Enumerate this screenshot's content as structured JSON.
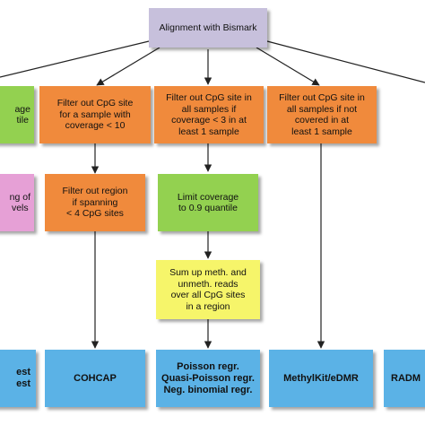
{
  "colors": {
    "purple": "#c7c0dc",
    "orange": "#f08a3c",
    "green": "#93d150",
    "pink": "#e6a0d6",
    "yellow": "#f6f56a",
    "blue": "#5bb2e6",
    "arrow": "#222222"
  },
  "nodes": {
    "root": "Alignment with Bismark",
    "left_partial_1": "age\ntile",
    "filter_coverage_10": "Filter out CpG site\nfor a sample with\ncoverage < 10",
    "filter_coverage_3": "Filter out CpG site in\nall samples if\ncoverage < 3 in at\nleast 1 sample",
    "filter_not_covered": "Filter out CpG site in\nall samples if not\ncovered in at\nleast 1 sample",
    "left_partial_2": "ng of\nvels",
    "filter_region": "Filter out region\nif spanning\n< 4 CpG sites",
    "limit_coverage": "Limit coverage\nto 0.9 quantile",
    "sum_up": "Sum up meth. and\nunmeth. reads\nover all CpG sites\nin a region",
    "method_partial_left": "est\nest",
    "method_cohcap": "COHCAP",
    "method_poisson": "Poisson regr.\nQuasi-Poisson regr.\nNeg. binomial regr.",
    "method_methylkit": "MethylKit/eDMR",
    "method_radmeth": "RADM"
  }
}
